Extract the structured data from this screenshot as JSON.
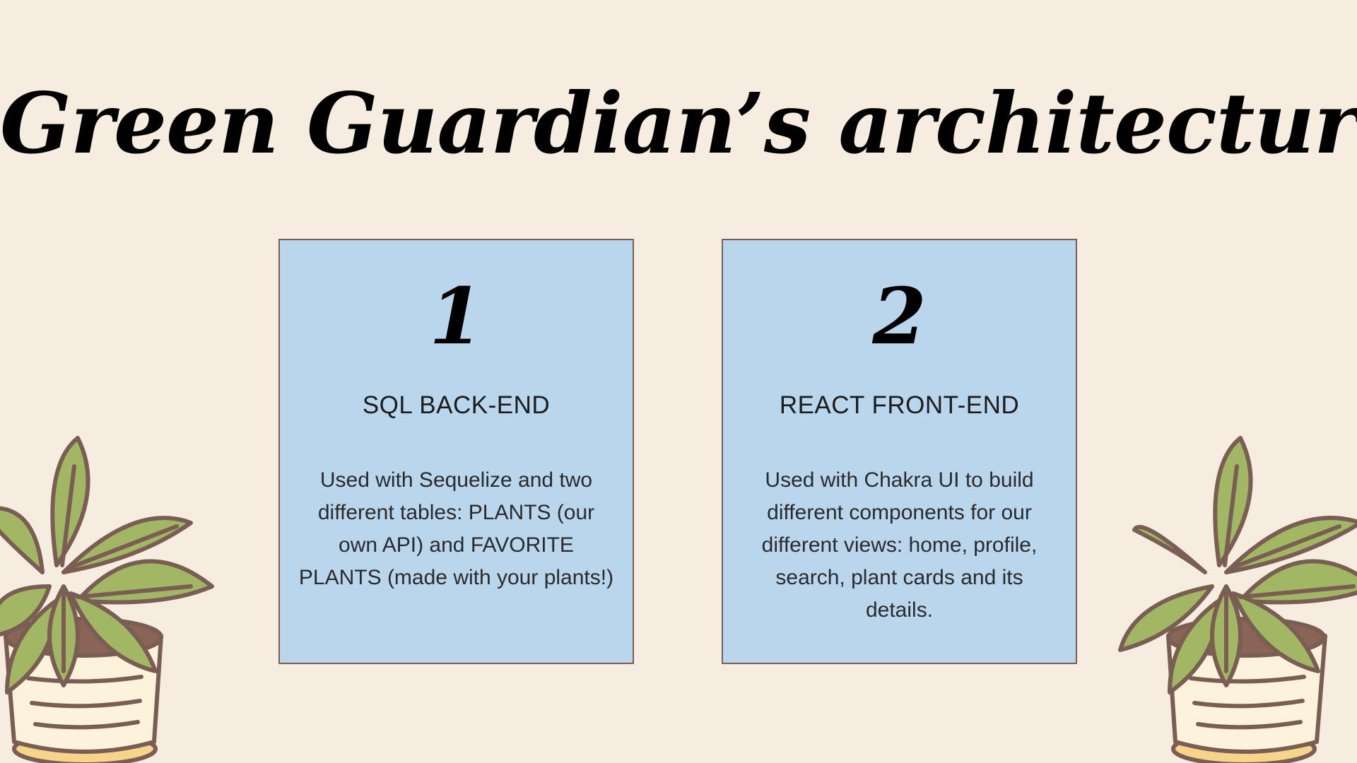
{
  "slide": {
    "title": "Green Guardian’s architecture",
    "colors": {
      "background": "#f6ece0",
      "card_fill": "#bad6ed",
      "card_border": "#7a5d53",
      "leaf": "#a2b763",
      "outline": "#7a5d53",
      "pot": "#fdf3dc",
      "pot_base": "#f6d489"
    },
    "cards": [
      {
        "number": "1",
        "heading": "SQL BACK-END",
        "body": "Used with Sequelize and two different tables: PLANTS (our own API) and FAVORITE PLANTS (made with your plants!)"
      },
      {
        "number": "2",
        "heading": "REACT FRONT-END",
        "body": "Used with Chakra UI to build different components for our different views: home, profile, search, plant cards and its details."
      }
    ],
    "decorations": [
      "potted-plant-illustration",
      "potted-plant-illustration"
    ]
  }
}
